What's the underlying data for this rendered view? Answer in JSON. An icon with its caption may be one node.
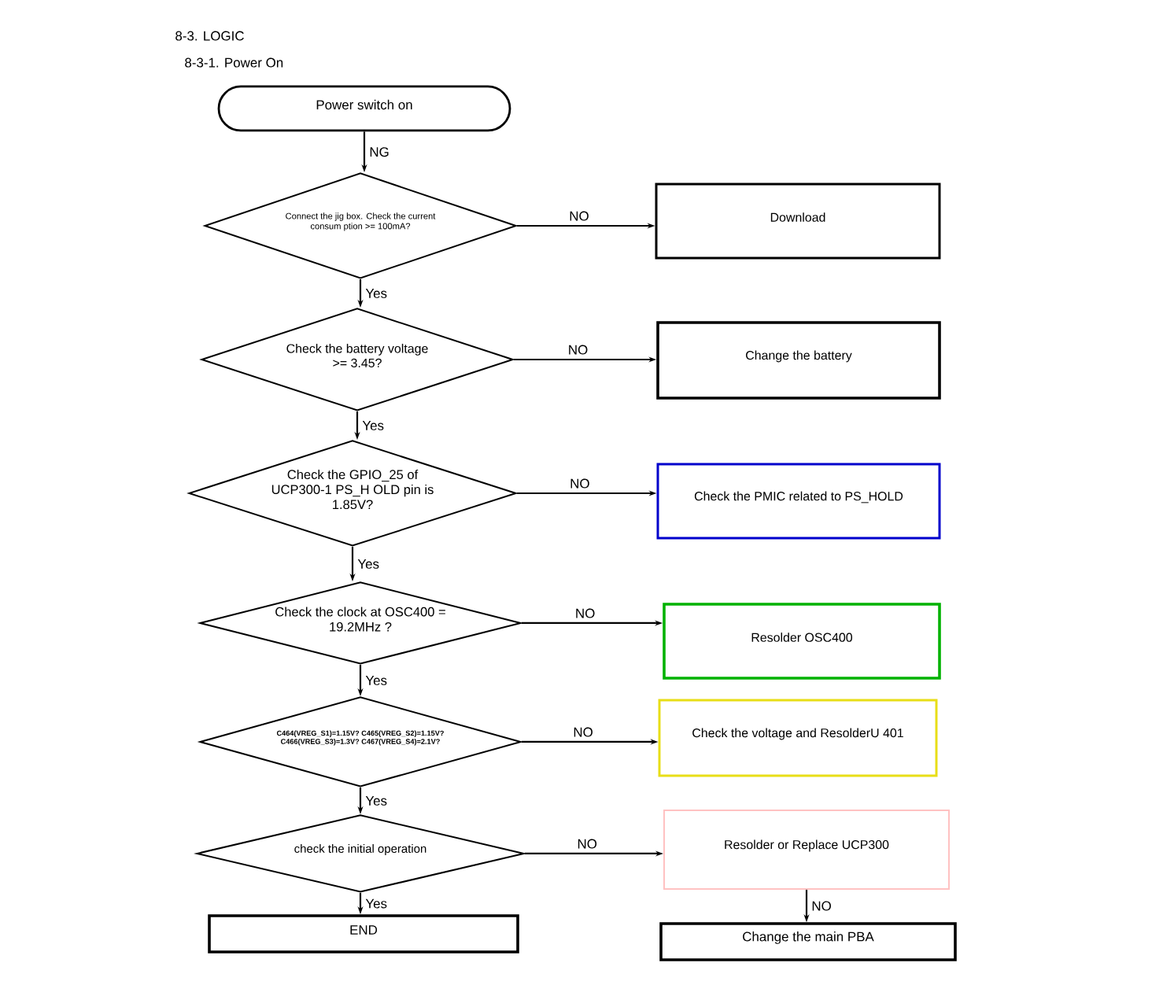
{
  "diagram": {
    "title": "8-3. LOGIC",
    "nodes": [
      {
        "text": [
          "Power switch on"
        ]
      },
      {
        "text": [
          "Connect the jig box. Check the current consum ption >= 100mA?"
        ]
      },
      {
        "text": [
          "Download"
        ]
      },
      {
        "text": [
          "Check the battery voltage >= 3.45?"
        ]
      },
      {
        "text": [
          "Change the battery"
        ]
      },
      {
        "text": [
          "Check the GPIO_25 of UCP300-1 PS_H OLD pin is 1.85V?"
        ]
      },
      {
        "text": [
          "Check the PMIC related to PS_HOLD"
        ]
      },
      {
        "text": [
          "Check the clock at OSC400 = 19.2MHz ?"
        ]
      },
      {
        "text": [
          "Resolder OSC400"
        ]
      },
      {
        "text": [
          "C464(VREG_S1)=1.15V? C465(VREG_S2)=1.15V? C466(VREG_S3)=1.3V? C467(VREG_S4)=2.1V?"
        ]
      },
      {
        "text": [
          "Check the voltage and ResolderU 401"
        ]
      },
      {
        "text": [
          "check the initial operation"
        ]
      },
      {
        "text": [
          "Resolder or Replace UCP300"
        ]
      },
      {
        "text": [
          "END"
        ]
      },
      {
        "text": [
          "Change the main PBA"
        ]
      }
    ],
    "edges": [
      {
        "from": 0,
        "to": 1,
        "arrow": "to",
        "label": "NG"
      },
      {
        "from": 1,
        "to": 2,
        "arrow": "to",
        "label": "NO"
      },
      {
        "from": 1,
        "to": 3,
        "arrow": "to",
        "label": "Yes"
      },
      {
        "from": 3,
        "to": 4,
        "arrow": "to",
        "label": "NO"
      },
      {
        "from": 3,
        "to": 5,
        "arrow": "to",
        "label": "Yes"
      },
      {
        "from": 5,
        "to": 6,
        "arrow": "to",
        "label": "NO"
      },
      {
        "from": 5,
        "to": 7,
        "arrow": "to",
        "label": "Yes"
      },
      {
        "from": 7,
        "to": 8,
        "arrow": "to",
        "label": "NO"
      },
      {
        "from": 7,
        "to": 9,
        "arrow": "to",
        "label": "Yes"
      },
      {
        "from": 9,
        "to": 10,
        "arrow": "to",
        "label": "NO"
      },
      {
        "from": 9,
        "to": 11,
        "arrow": "to",
        "label": "Yes"
      },
      {
        "from": 11,
        "to": 12,
        "arrow": "to",
        "label": "NO"
      },
      {
        "from": 11,
        "to": 13,
        "arrow": "to",
        "label": "Yes"
      },
      {
        "from": 12,
        "to": 14,
        "arrow": "to",
        "label": "NO"
      }
    ],
    "labels": [
      "8-3-1. Power On"
    ]
  }
}
